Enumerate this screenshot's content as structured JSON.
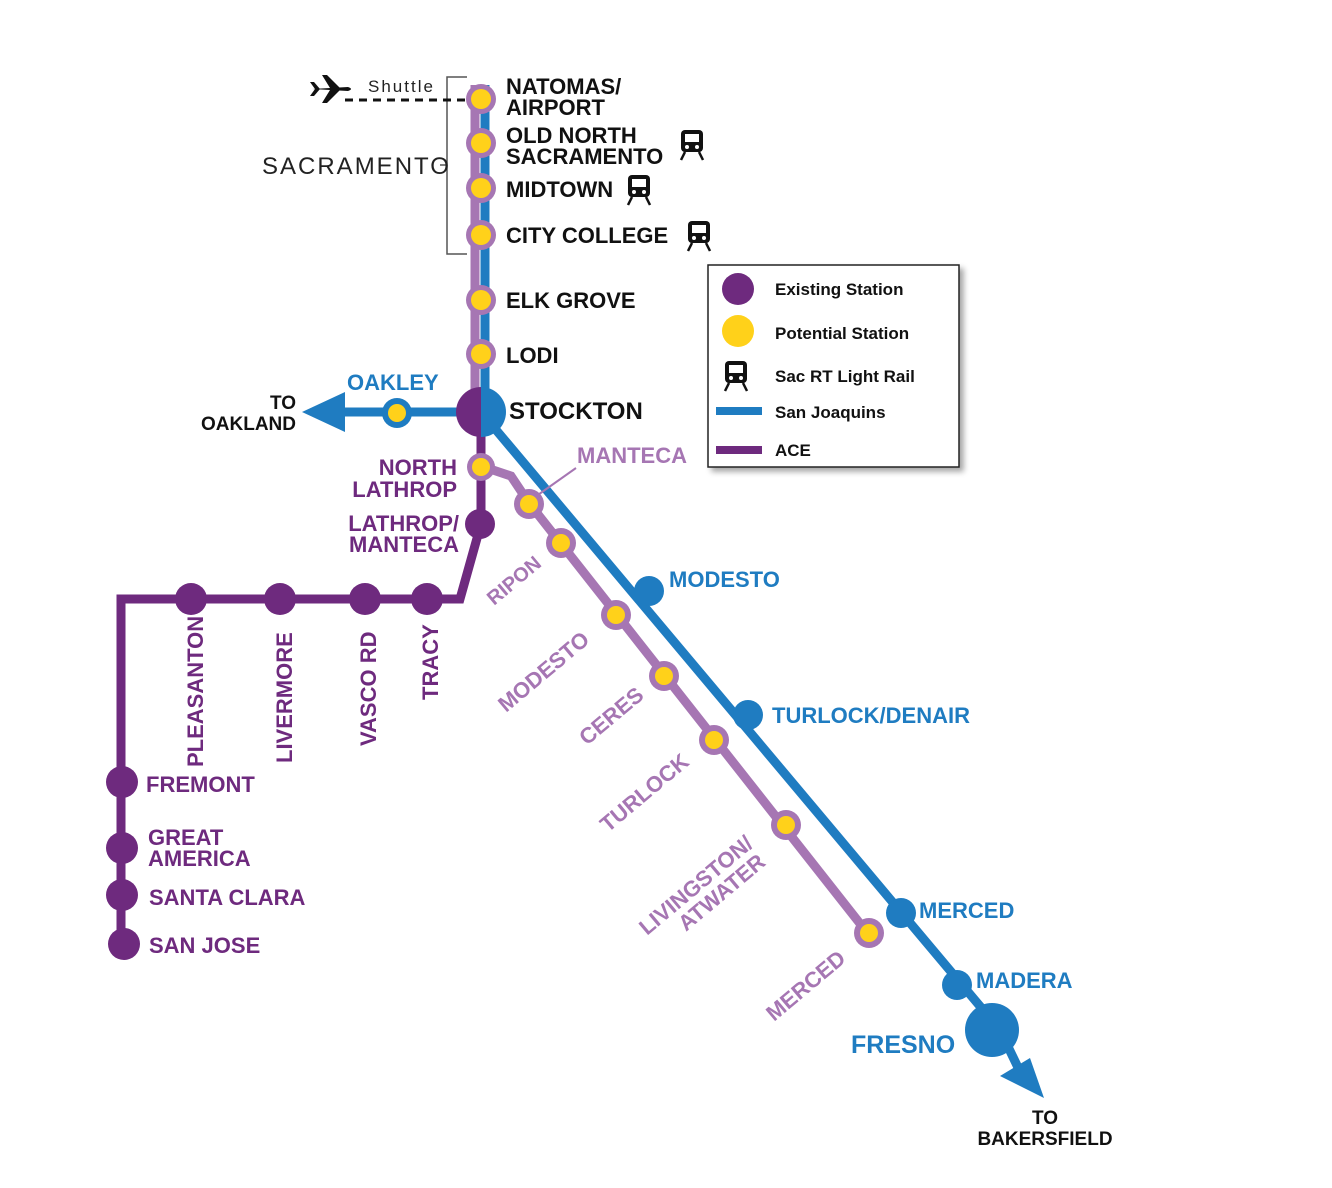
{
  "colors": {
    "san_joaquins": "#1f7cc1",
    "ace": "#6e2a7e",
    "potential_line": "#a676b3",
    "potential_station": "#ffd11a"
  },
  "sacramento_bracket": {
    "label": "SACRAMENTO"
  },
  "shuttle": {
    "label": "Shuttle",
    "icon": "airplane-icon"
  },
  "stations": {
    "natomas_l1": "NATOMAS/",
    "natomas_l2": "AIRPORT",
    "old_north_l1": "OLD NORTH",
    "old_north_l2": "SACRAMENTO",
    "midtown": "MIDTOWN",
    "city_college": "CITY COLLEGE",
    "elk_grove": "ELK GROVE",
    "lodi": "LODI",
    "stockton": "STOCKTON",
    "oakley": "OAKLEY",
    "to_oakland_l1": "TO",
    "to_oakland_l2": "OAKLAND",
    "north_lathrop_l1": "NORTH",
    "north_lathrop_l2": "LATHROP",
    "lathrop_manteca_l1": "LATHROP/",
    "lathrop_manteca_l2": "MANTECA",
    "manteca": "MANTECA",
    "ripon": "RIPON",
    "modesto_ace": "MODESTO",
    "ceres": "CERES",
    "turlock_ace": "TURLOCK",
    "livingston_l1": "LIVINGSTON/",
    "livingston_l2": "ATWATER",
    "merced_ace": "MERCED",
    "modesto_sj": "MODESTO",
    "turlock_denair": "TURLOCK/DENAIR",
    "merced_sj": "MERCED",
    "madera": "MADERA",
    "fresno": "FRESNO",
    "to_bakersfield_l1": "TO",
    "to_bakersfield_l2": "BAKERSFIELD",
    "pleasanton": "PLEASANTON",
    "livermore": "LIVERMORE",
    "vasco_rd": "VASCO RD",
    "tracy": "TRACY",
    "fremont": "FREMONT",
    "great_america_l1": "GREAT",
    "great_america_l2": "AMERICA",
    "santa_clara": "SANTA CLARA",
    "san_jose": "SAN JOSE"
  },
  "legend": {
    "existing_station": "Existing Station",
    "potential_station": "Potential Station",
    "light_rail": "Sac RT Light Rail",
    "san_joaquins": "San Joaquins",
    "ace": "ACE"
  }
}
